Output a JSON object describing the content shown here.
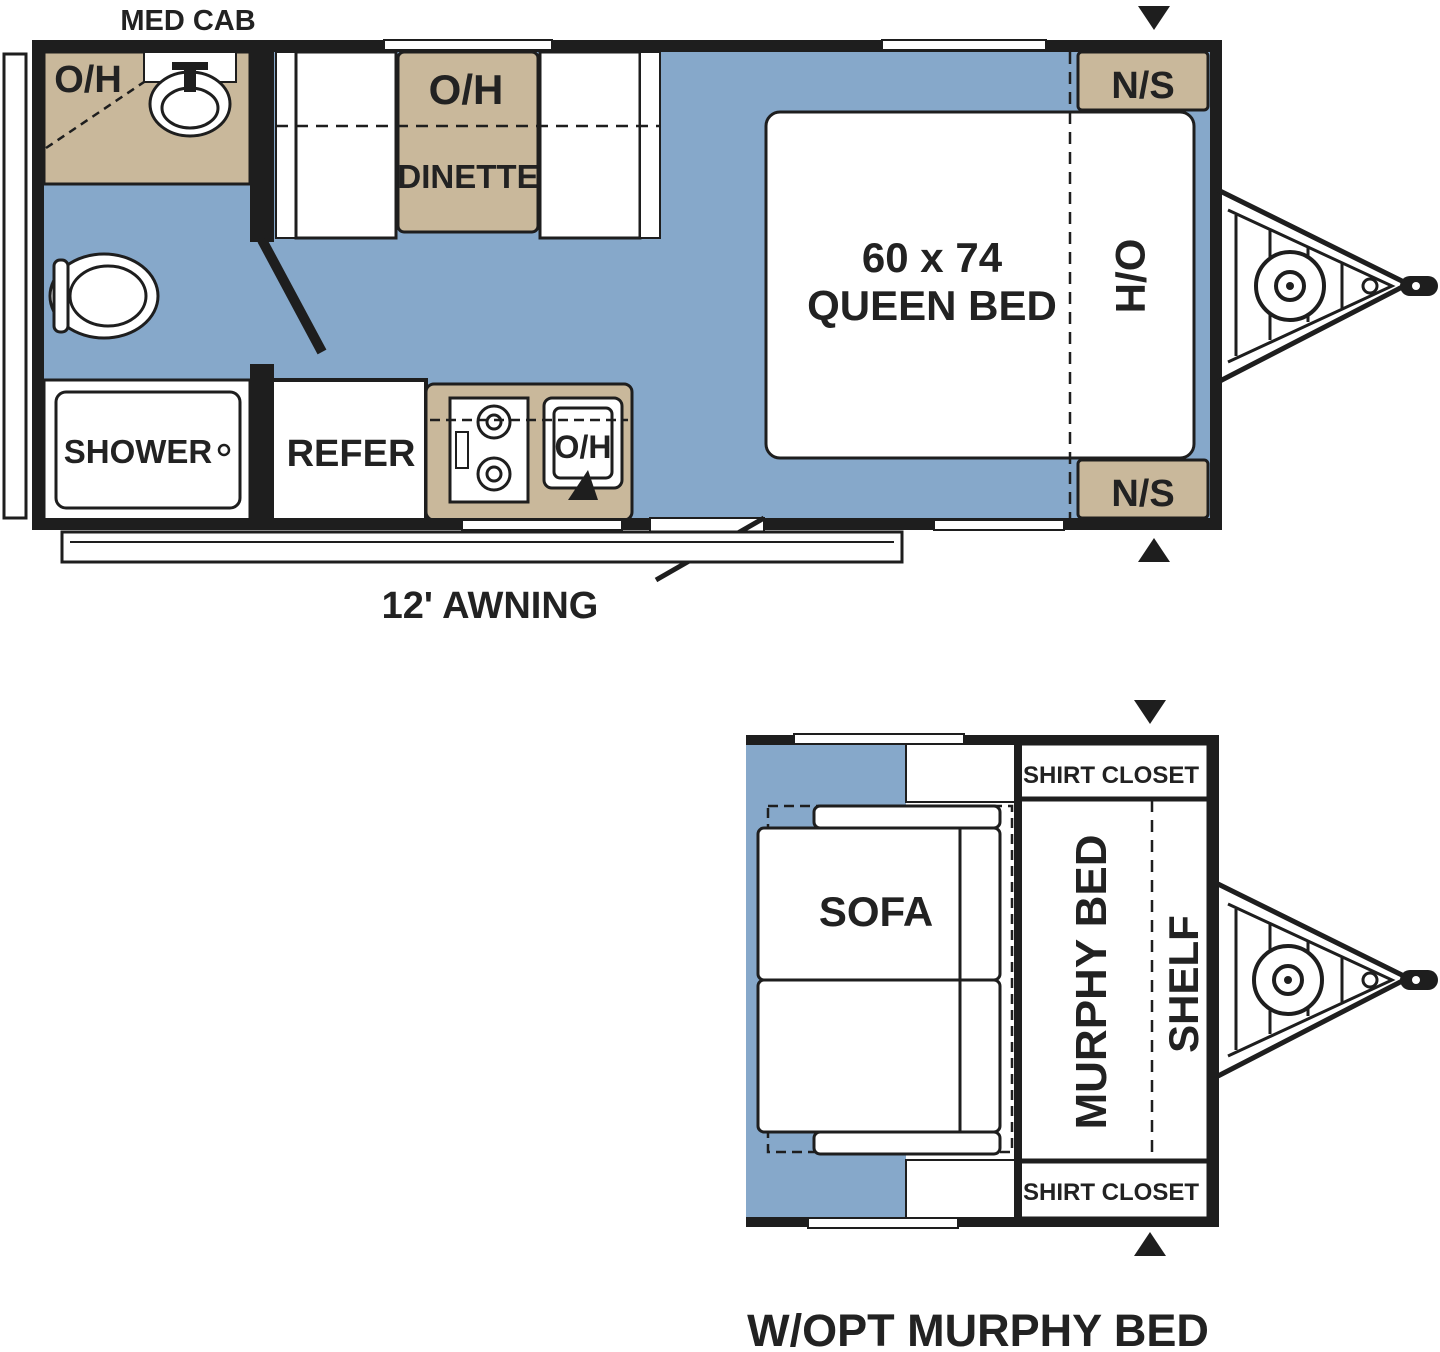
{
  "colors": {
    "wall": "#1e1e1e",
    "floor": "#86a8ca",
    "cabinet": "#c9b89b",
    "fixture": "#ffffff"
  },
  "main_plan": {
    "med_cab": "MED CAB",
    "bath_oh": "O/H",
    "dinette_oh": "O/H",
    "dinette": "DINETTE",
    "bed_size": "60 x 74",
    "bed_name": "QUEEN BED",
    "bed_oh": "O/H",
    "ns_top": "N/S",
    "ns_bottom": "N/S",
    "shower": "SHOWER",
    "refer": "REFER",
    "galley_oh": "O/H",
    "awning": "12' AWNING"
  },
  "murphy_plan": {
    "shirt_closet_top": "SHIRT CLOSET",
    "shirt_closet_bottom": "SHIRT CLOSET",
    "sofa": "SOFA",
    "murphy_bed": "MURPHY BED",
    "shelf": "SHELF",
    "caption": "W/OPT MURPHY BED"
  },
  "icons": [
    "sink-icon",
    "toilet-icon",
    "stove-icon",
    "hitch-icon",
    "section-arrow-icon"
  ]
}
